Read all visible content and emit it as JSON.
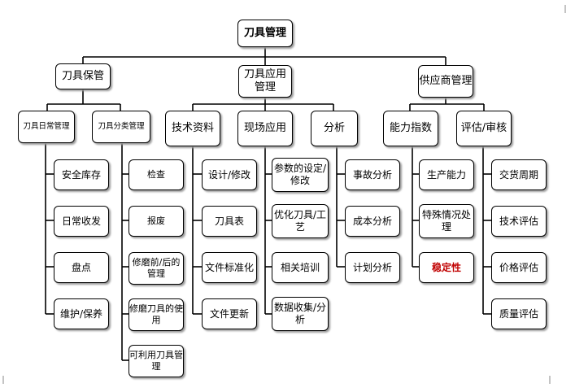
{
  "diagram": {
    "root": "刀具管理",
    "level1": {
      "storage": "刀具保管",
      "application": "刀具应用管理",
      "supplier": "供应商管理"
    },
    "level2": {
      "daily": "刀具日常管理",
      "classified": "刀具分类管理",
      "technical": "技术资料",
      "onsite": "现场应用",
      "analysis": "分析",
      "capability": "能力指数",
      "evaluation": "评估/审核"
    },
    "daily_items": [
      "安全库存",
      "日常收发",
      "盘点",
      "维护/保养"
    ],
    "classified_items": [
      "检查",
      "报废",
      "修磨前/后的管理",
      "修磨刀具的使用",
      "可利用刀具管理"
    ],
    "technical_items": [
      "设计/修改",
      "刀具表",
      "文件标准化",
      "文件更新"
    ],
    "onsite_items": [
      "参数的设定/修改",
      "优化刀具/工艺",
      "相关培训",
      "数据收集/分析"
    ],
    "analysis_items": [
      "事故分析",
      "成本分析",
      "计划分析"
    ],
    "capability_items": [
      "生产能力",
      "特殊情况处理",
      "稳定性"
    ],
    "evaluation_items": [
      "交货周期",
      "技术评估",
      "价格评估",
      "质量评估"
    ],
    "highlight_color": "#c00000"
  }
}
